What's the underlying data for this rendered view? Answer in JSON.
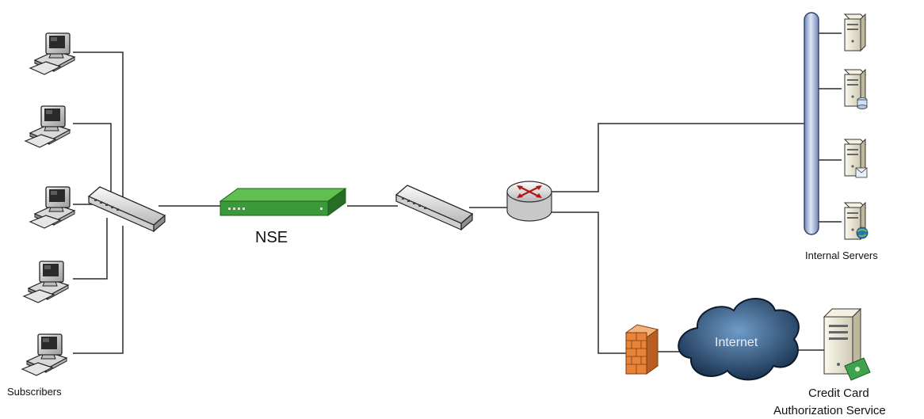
{
  "labels": {
    "nse": "NSE",
    "subscribers": "Subscribers",
    "internal_servers": "Internal Servers",
    "internet": "Internet",
    "credit_card_line1": "Credit Card",
    "credit_card_line2": "Authorization Service"
  },
  "colors": {
    "line": "#2b2b2b",
    "nse_green": "#3a9a3a",
    "backbone": "#9fb3d6",
    "cloud": "#1f3f63",
    "firewall": "#e8843a",
    "server": "#ece9d8"
  },
  "nodes": {
    "subscriber_pcs": [
      "pc-1",
      "pc-2",
      "pc-3",
      "pc-4",
      "pc-5"
    ],
    "internal_server_icons": [
      "server-plain",
      "server-database",
      "server-mail",
      "server-web"
    ]
  }
}
